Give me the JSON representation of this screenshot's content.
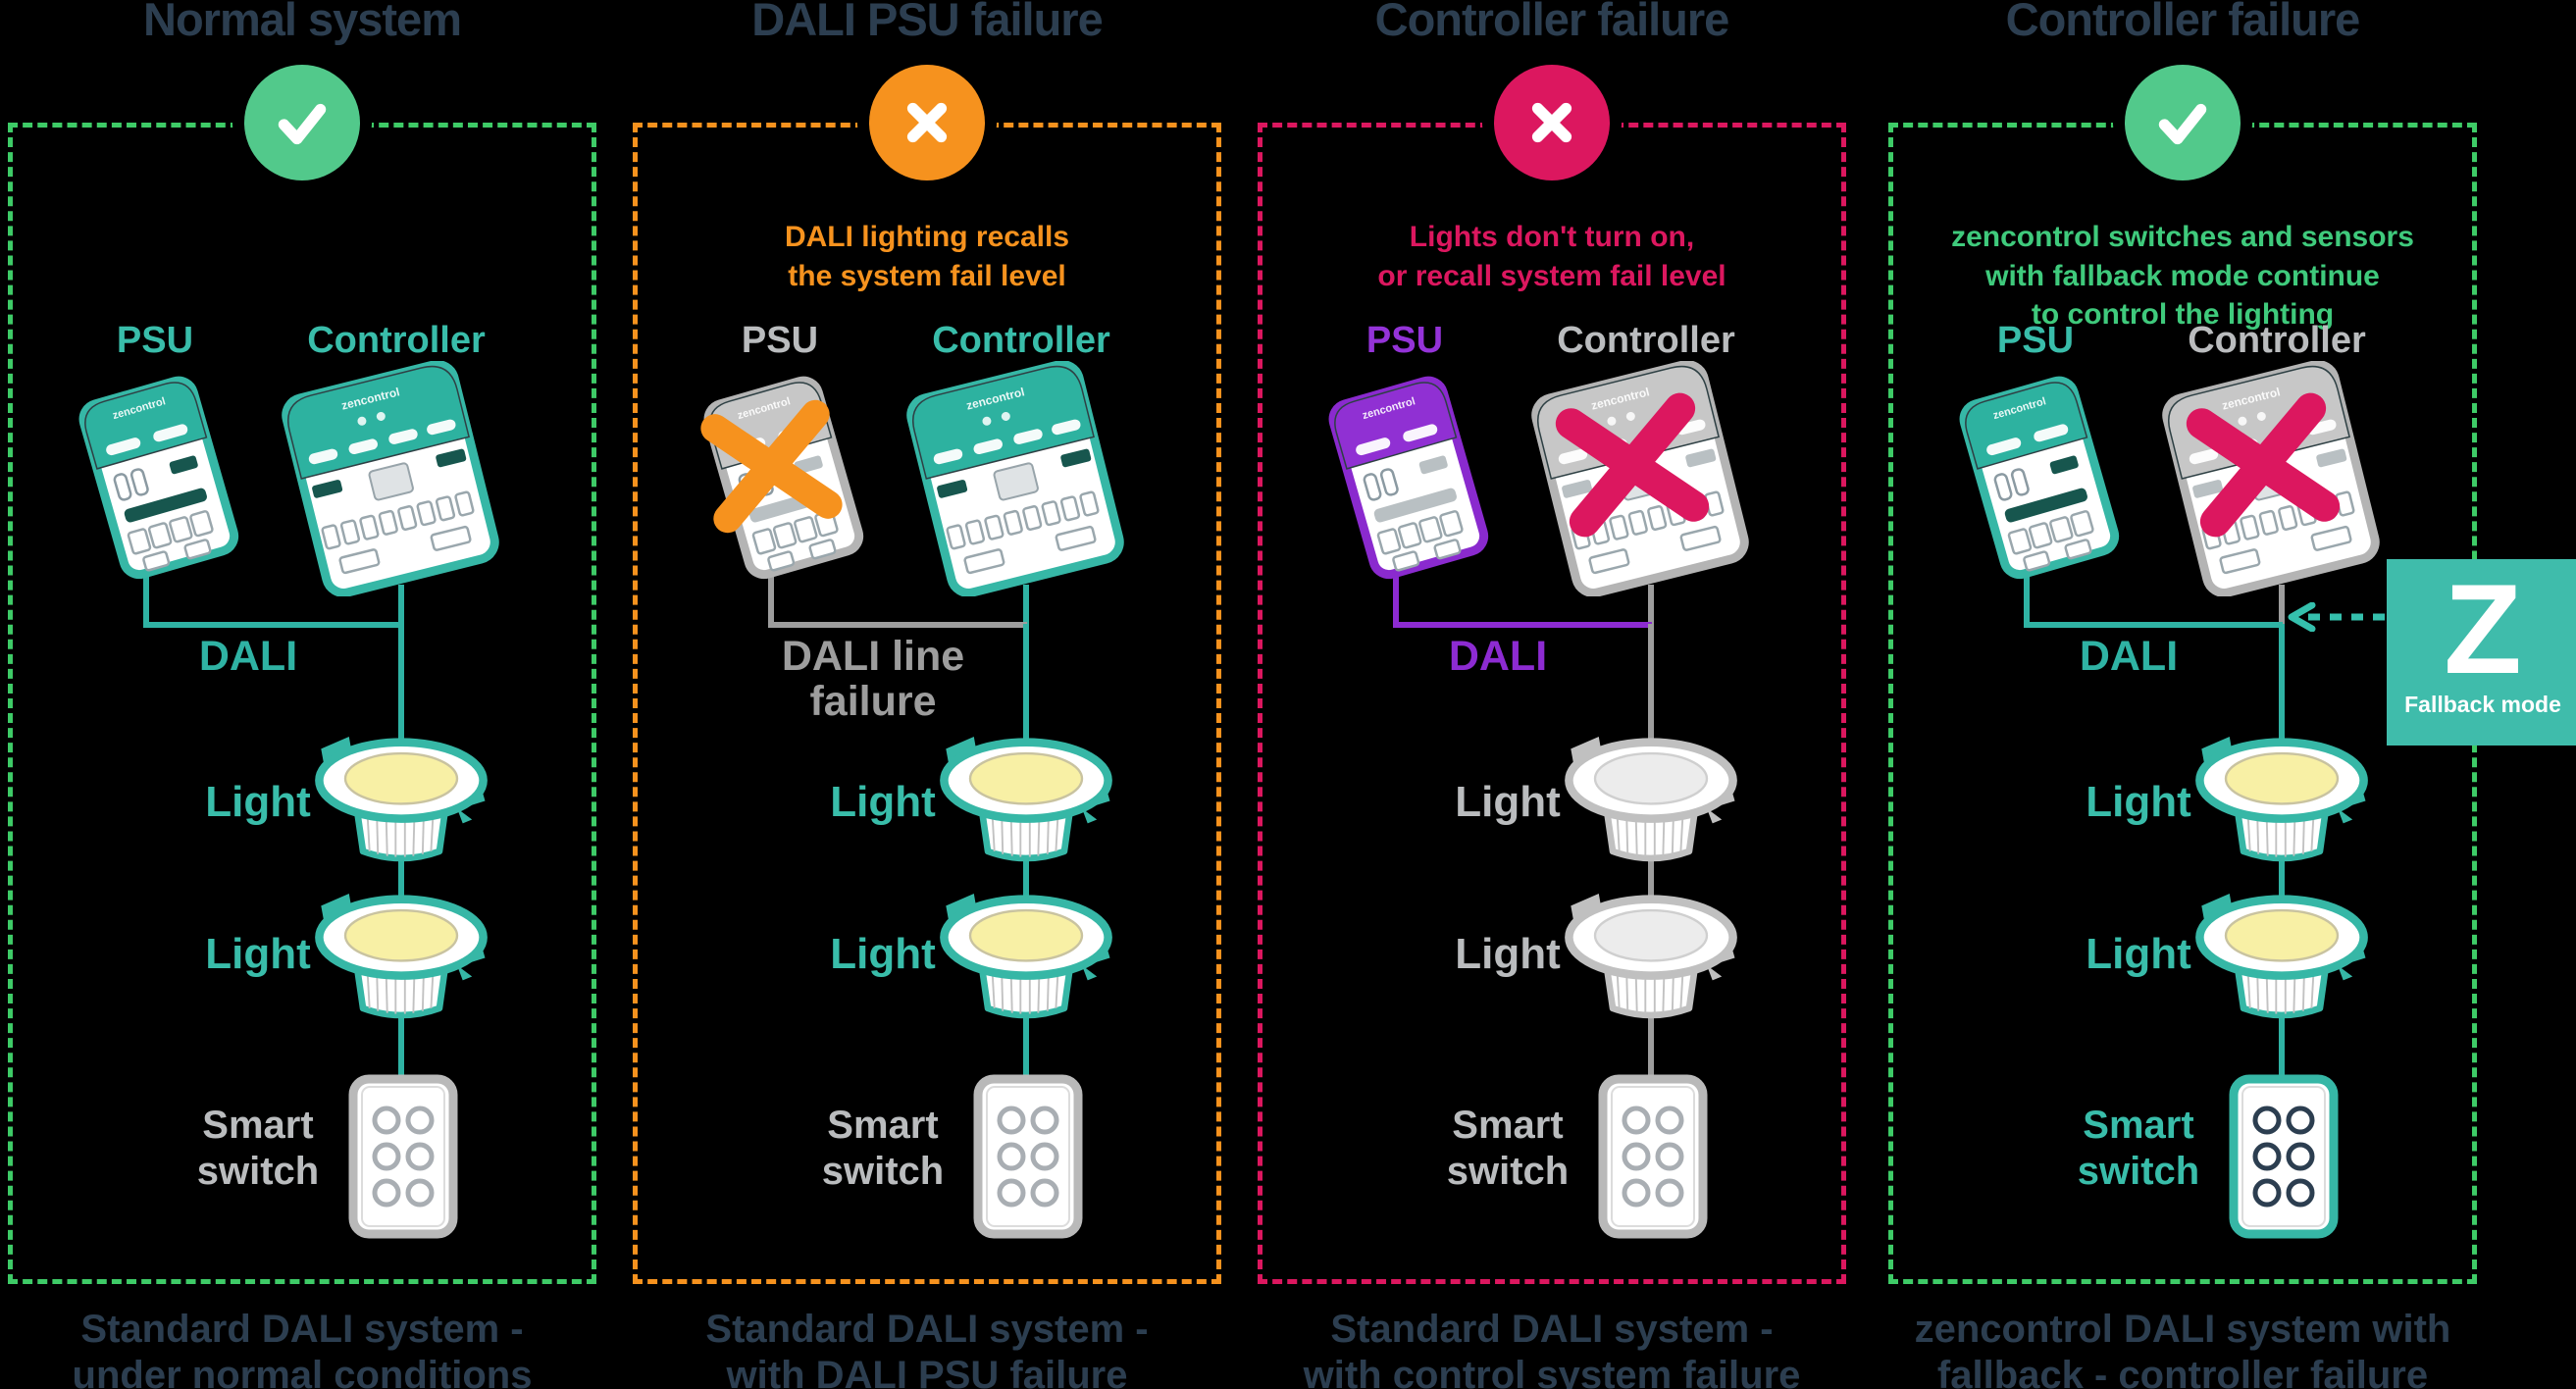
{
  "global_theme": {
    "bg": "#000000",
    "heading": "#2c3e50"
  },
  "badge": {
    "letter": "Z",
    "label": "Fallback mode",
    "theme": {
      "badge-bg": "#3fbcab"
    }
  },
  "device_brand": "zencontrol",
  "panels": [
    {
      "title": "Normal system",
      "status_icon": "check",
      "status_lines": [
        "",
        "",
        ""
      ],
      "psu_label": "PSU",
      "controller_label": "Controller",
      "bus_label_lines": [
        "DALI",
        ""
      ],
      "light_labels": [
        "Light",
        "Light"
      ],
      "switch_label": "Smart switch",
      "caption_lines": [
        "Standard DALI system -",
        "under normal conditions"
      ],
      "theme": {
        "border": "#3ecb67",
        "accent": "#52c98b",
        "status": "#52c98b",
        "psu-outline": "#36b7a6",
        "psu-cap": "#2db2a0",
        "psu-label": "#39bdaa",
        "psu-slot": "#17564e",
        "ctrl-outline": "#36b7a6",
        "ctrl-cap": "#2db2a0",
        "ctrl-label": "#39bdaa",
        "ctrl-slot": "#17564e",
        "bus": "#2fb3a4",
        "drop": "#2fb3a4",
        "feed": "#2fb3a4",
        "light-outline": "#36b7a6",
        "lens": "#f8f0a5",
        "lens-stroke": "#c9c3a0",
        "light-label": "#39bdaa",
        "switch-outline": "#b9b9b9",
        "switch-dot": "#a9aeb3",
        "switch-label": "#babcbe",
        "xmark": "transparent"
      }
    },
    {
      "title": "DALI PSU failure",
      "status_icon": "cross",
      "status_lines": [
        "DALI lighting recalls",
        "the system fail level",
        ""
      ],
      "psu_label": "PSU",
      "controller_label": "Controller",
      "bus_label_lines": [
        "DALI line",
        "failure"
      ],
      "light_labels": [
        "Light",
        "Light"
      ],
      "switch_label": "Smart switch",
      "caption_lines": [
        "Standard DALI system -",
        "with DALI PSU failure"
      ],
      "theme": {
        "border": "#f6921e",
        "accent": "#f6921e",
        "status": "#f6921e",
        "psu-outline": "#b4b4b4",
        "psu-cap": "#c7c7c7",
        "psu-label": "#babcbe",
        "psu-slot": "#b9c0c3",
        "ctrl-outline": "#36b7a6",
        "ctrl-cap": "#2db2a0",
        "ctrl-label": "#39bdaa",
        "ctrl-slot": "#17564e",
        "bus": "#9d9d9d",
        "drop": "#2fb3a4",
        "feed": "#2fb3a4",
        "light-outline": "#36b7a6",
        "lens": "#f8f0a5",
        "lens-stroke": "#c9c3a0",
        "light-label": "#39bdaa",
        "switch-outline": "#b9b9b9",
        "switch-dot": "#a9aeb3",
        "switch-label": "#babcbe",
        "xmark": "#f6921e"
      }
    },
    {
      "title": "Controller failure",
      "status_icon": "cross",
      "status_lines": [
        "Lights don't turn on,",
        "or recall system fail level",
        ""
      ],
      "psu_label": "PSU",
      "controller_label": "Controller",
      "bus_label_lines": [
        "DALI",
        ""
      ],
      "light_labels": [
        "Light",
        "Light"
      ],
      "switch_label": "Smart switch",
      "caption_lines": [
        "Standard DALI system -",
        "with control system failure"
      ],
      "theme": {
        "border": "#dc175f",
        "accent": "#dc175f",
        "status": "#dc175f",
        "psu-outline": "#8a2ace",
        "psu-cap": "#9030d3",
        "psu-label": "#9433d8",
        "psu-slot": "#b9c0c3",
        "ctrl-outline": "#b4b4b4",
        "ctrl-cap": "#c7c7c7",
        "ctrl-label": "#babcbe",
        "ctrl-slot": "#b9c0c3",
        "bus": "#8d2bd2",
        "drop": "#9d9d9d",
        "feed": "#9d9d9d",
        "light-outline": "#c0c0c0",
        "lens": "#ececec",
        "lens-stroke": "#cfcfcf",
        "light-label": "#babcbe",
        "switch-outline": "#b9b9b9",
        "switch-dot": "#a9aeb3",
        "switch-label": "#babcbe",
        "xmark": "#dc175f"
      }
    },
    {
      "title": "Controller failure",
      "status_icon": "check",
      "status_lines": [
        "zencontrol switches and sensors",
        "with fallback mode continue",
        "to control the lighting"
      ],
      "psu_label": "PSU",
      "controller_label": "Controller",
      "bus_label_lines": [
        "DALI",
        ""
      ],
      "light_labels": [
        "Light",
        "Light"
      ],
      "switch_label": "Smart switch",
      "caption_lines": [
        "zencontrol DALI system with",
        "fallback - controller failure"
      ],
      "theme": {
        "border": "#3ecb67",
        "accent": "#52c98b",
        "status": "#3fca7c",
        "psu-outline": "#36b7a6",
        "psu-cap": "#2db2a0",
        "psu-label": "#39bdaa",
        "psu-slot": "#17564e",
        "ctrl-outline": "#b4b4b4",
        "ctrl-cap": "#c7c7c7",
        "ctrl-label": "#babcbe",
        "ctrl-slot": "#b9c0c3",
        "bus": "#2fb3a4",
        "drop": "#9d9d9d",
        "feed": "#2fb3a4",
        "light-outline": "#36b7a6",
        "lens": "#f8f0a5",
        "lens-stroke": "#c9c3a0",
        "light-label": "#39bdaa",
        "switch-outline": "#36b7a6",
        "switch-dot": "#2c3e50",
        "switch-label": "#39bdaa",
        "xmark": "#dc175f"
      }
    }
  ]
}
